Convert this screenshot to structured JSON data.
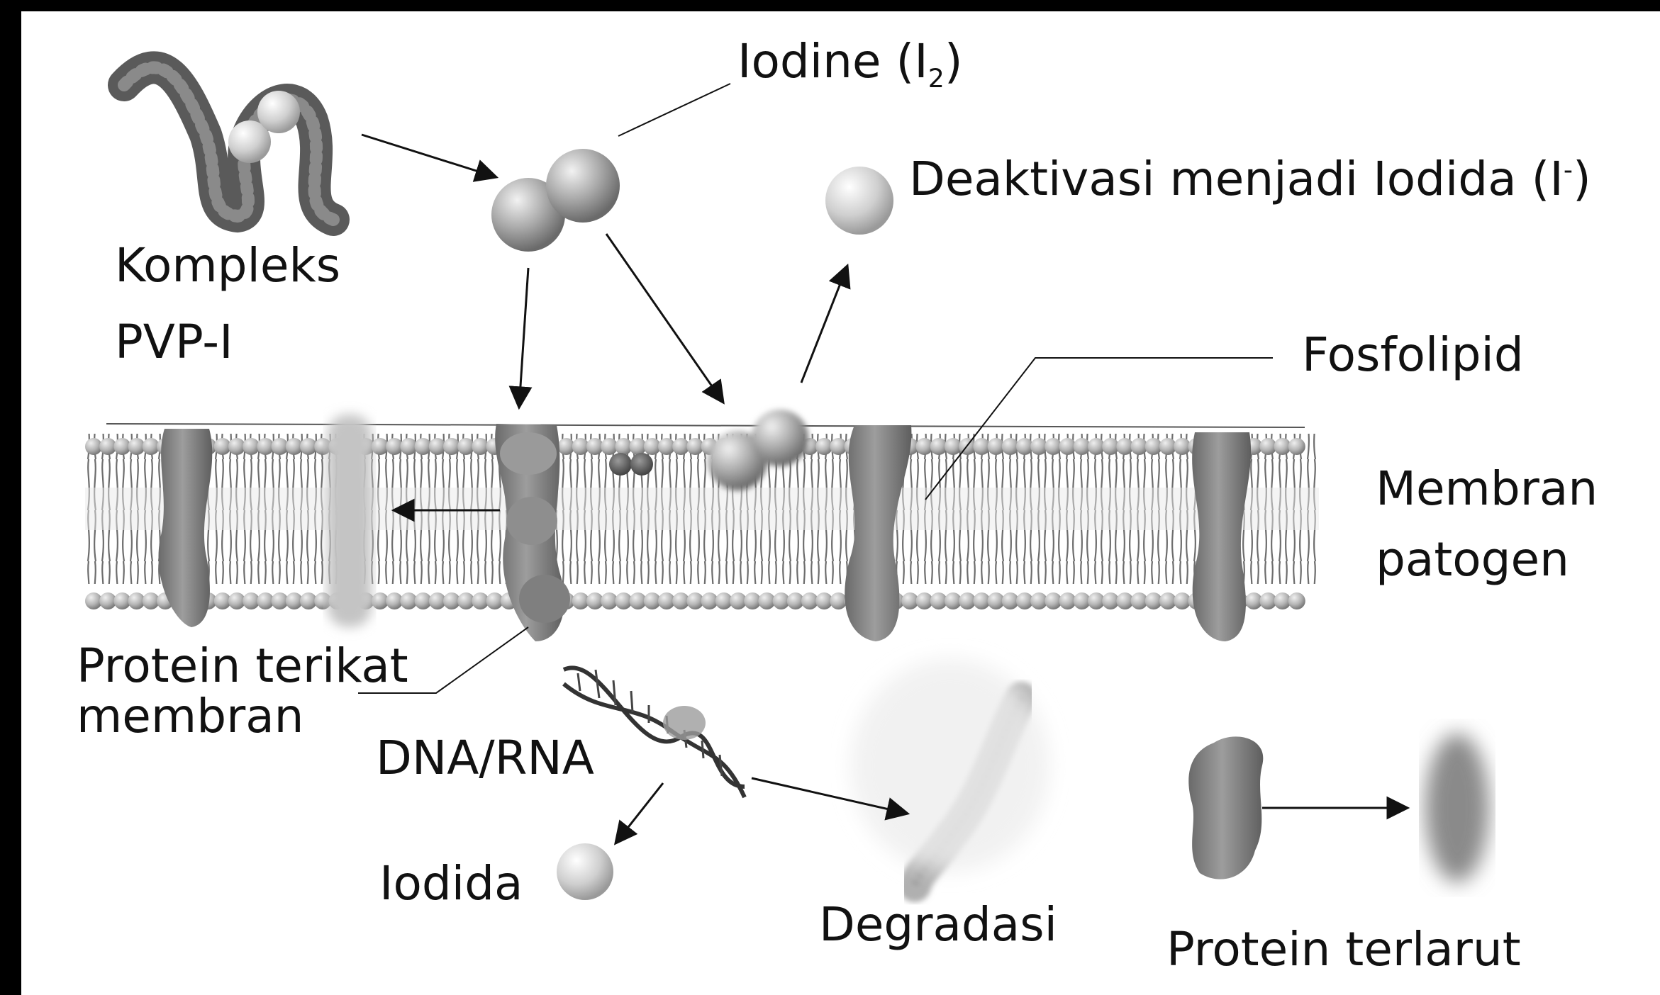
{
  "labels": {
    "iodine": "Iodine (I",
    "iodine_sub": "2",
    "iodine_close": ")",
    "deaktivasi": "Deaktivasi menjadi Iodida (I",
    "deaktivasi_sup": "-",
    "deaktivasi_close": ")",
    "kompleks_1": "Kompleks",
    "kompleks_2": "PVP-I",
    "fosfolipid": "Fosfolipid",
    "membran_1": "Membran",
    "membran_2": "patogen",
    "protein_terikat_1": "Protein terikat",
    "protein_terikat_2": "membran",
    "dna_rna": "DNA/RNA",
    "iodida": "Iodida",
    "degradasi": "Degradasi",
    "protein_terlarut": "Protein terlarut"
  },
  "colors": {
    "background": "#ffffff",
    "frame": "#000000",
    "text": "#111111",
    "membrane_head": "#b5b5b5",
    "protein": "#7d7d7d",
    "iodine": "#a8a8a8"
  }
}
